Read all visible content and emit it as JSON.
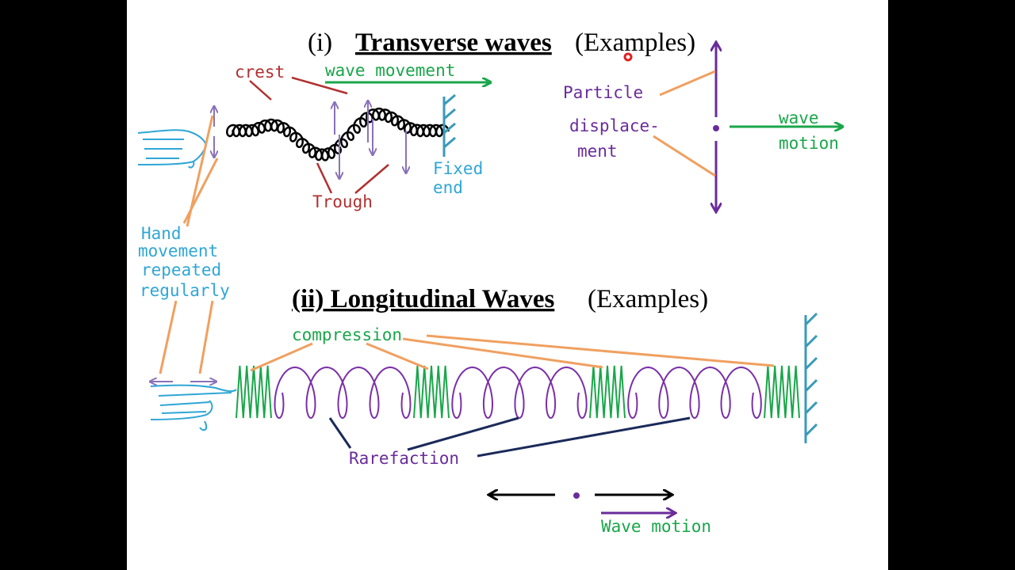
{
  "slide": {
    "title_transverse_number": "(i)",
    "title_transverse_main": "Transverse waves",
    "title_transverse_suffix": "(Examples)",
    "title_longitudinal_main": "(ii) Longitudinal Waves",
    "title_longitudinal_suffix": "(Examples)"
  },
  "transverse": {
    "crest": "crest",
    "wave_movement": "wave movement",
    "trough": "Trough",
    "fixed_end": [
      "Fixed",
      "end"
    ],
    "particle_displacement": [
      "Particle",
      "displace-",
      "ment"
    ],
    "wave_motion": [
      "wave",
      "motion"
    ]
  },
  "hand_note": [
    "Hand",
    "movement",
    "repeated",
    "regularly"
  ],
  "longitudinal": {
    "compression": "compression",
    "rarefaction": "Rarefaction",
    "wave_motion": "Wave motion"
  },
  "colors": {
    "background": "#000000",
    "slide": "#ffffff",
    "crest_trough": "#b03030",
    "green": "#1aa64a",
    "purple": "#6a2c9a",
    "blue": "#2fa6d6",
    "orange": "#f0a060",
    "navy": "#1b2a5a",
    "teal": "#3a9ab8"
  }
}
